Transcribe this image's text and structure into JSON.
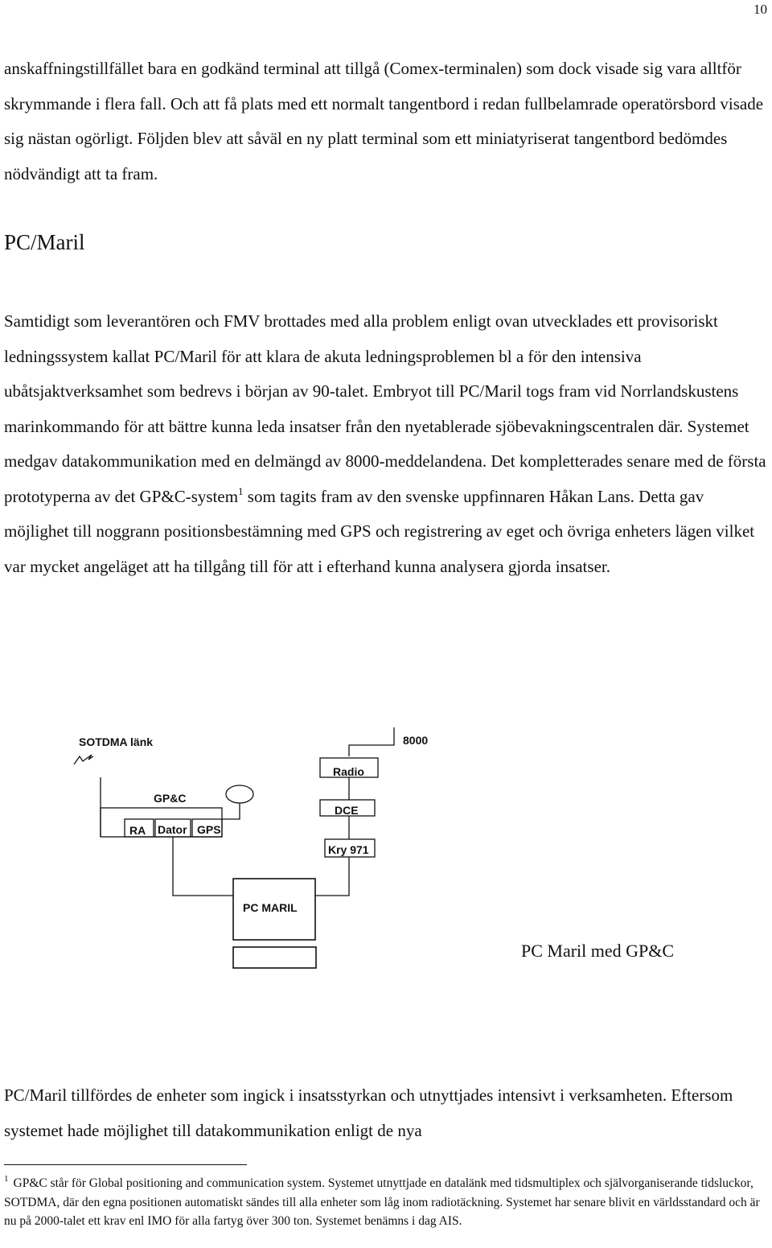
{
  "page": {
    "number": "10"
  },
  "paragraphs": {
    "p1": "anskaffningstillfället bara en godkänd terminal att tillgå (Comex-terminalen) som dock visade sig vara alltför skrymmande i flera fall. Och att få plats med ett normalt tangentbord i redan fullbelamrade operatörsbord visade sig nästan ogörligt. Följden blev att såväl en ny platt terminal som ett miniatyriserat tangentbord bedömdes nödvändigt att ta fram.",
    "p2_a": "Samtidigt som leverantören och FMV brottades med alla problem enligt ovan utvecklades ett provisoriskt ledningssystem kallat PC/Maril för att klara de akuta ledningsproblemen bl a för den intensiva ubåtsjaktverksamhet som bedrevs i början av 90-talet. Embryot till PC/Maril togs fram vid Norrlandskustens marinkommando för att bättre kunna leda insatser från den nyetablerade sjöbevakningscentralen där. Systemet medgav datakommunikation med en delmängd av 8000-meddelandena. Det kompletterades senare med de första prototyperna av det GP&C-system",
    "p2_sup": "1",
    "p2_b": " som tagits fram av den svenske uppfinnaren Håkan Lans. Detta gav möjlighet till noggrann positionsbestämning med GPS och registrering av eget och övriga enheters lägen vilket var mycket angeläget att ha tillgång till för att i efterhand kunna analysera gjorda insatser.",
    "p3": "PC/Maril tillfördes de enheter som ingick i insatsstyrkan och utnyttjades intensivt i verksamheten. Eftersom systemet hade möjlighet till datakommunikation enligt de nya"
  },
  "heading": "PC/Maril",
  "diagram": {
    "sotdma_label": "SOTDMA länk",
    "label_8000": "8000",
    "radio_label": "Radio",
    "gpc_label": "GP&C",
    "dce_label": "DCE",
    "ra_label": "RA",
    "dator_label": "Dator",
    "gps_label": "GPS",
    "kry_label": "Kry 971",
    "pc_maril_label": "PC MARIL",
    "caption": "PC Maril med GP&C"
  },
  "footnote": {
    "marker": "1",
    "text": "GP&C står för Global positioning and communication system. Systemet utnyttjade en datalänk med tidsmultiplex och självorganiserande tidsluckor, SOTDMA, där den egna positionen automatiskt sändes till alla enheter som låg inom radiotäckning. Systemet har senare blivit en världsstandard och är nu på 2000-talet ett krav enl IMO för alla fartyg över 300 ton. Systemet benämns i dag AIS."
  }
}
